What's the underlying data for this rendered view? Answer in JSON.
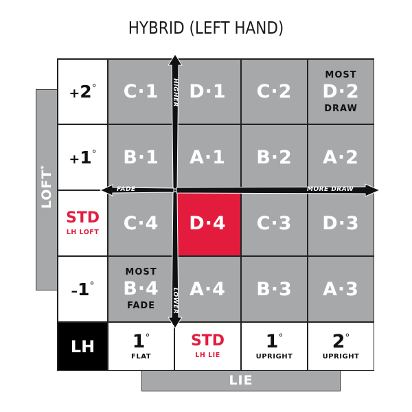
{
  "title": "HYBRID (LEFT HAND)",
  "axes": {
    "loft": "LOFT",
    "loft_mark": "*",
    "lie": "LIE"
  },
  "degree_symbol": "°",
  "loft_rows": [
    {
      "sign": "+",
      "value": "2"
    },
    {
      "sign": "+",
      "value": "1"
    },
    {
      "std": "STD",
      "sub": "LH LOFT"
    },
    {
      "sign": "–",
      "value": "1"
    }
  ],
  "grid": [
    [
      {
        "code": "C·1"
      },
      {
        "code": "D·1"
      },
      {
        "code": "C·2"
      },
      {
        "code": "D·2",
        "top": "MOST",
        "bottom": "DRAW"
      }
    ],
    [
      {
        "code": "B·1"
      },
      {
        "code": "A·1"
      },
      {
        "code": "B·2"
      },
      {
        "code": "A·2"
      }
    ],
    [
      {
        "code": "C·4"
      },
      {
        "code": "D·4"
      },
      {
        "code": "C·3"
      },
      {
        "code": "D·3"
      }
    ],
    [
      {
        "code": "B·4",
        "top": "MOST",
        "bottom": "FADE"
      },
      {
        "code": "A·4"
      },
      {
        "code": "B·3"
      },
      {
        "code": "A·3"
      }
    ]
  ],
  "lie_row": {
    "corner": "LH",
    "cells": [
      {
        "value": "1",
        "sub": "FLAT"
      },
      {
        "std": "STD",
        "sub": "LH LIE"
      },
      {
        "value": "1",
        "sub": "UPRIGHT"
      },
      {
        "value": "2",
        "sub": "UPRIGHT"
      }
    ]
  },
  "arrows": {
    "up": "HIGHER",
    "down": "LOWER",
    "left": "FADE",
    "right": "MORE DRAW"
  },
  "colors": {
    "gray": "#a7a8aa",
    "red": "#e31c3d",
    "black": "#000000",
    "white": "#ffffff"
  }
}
